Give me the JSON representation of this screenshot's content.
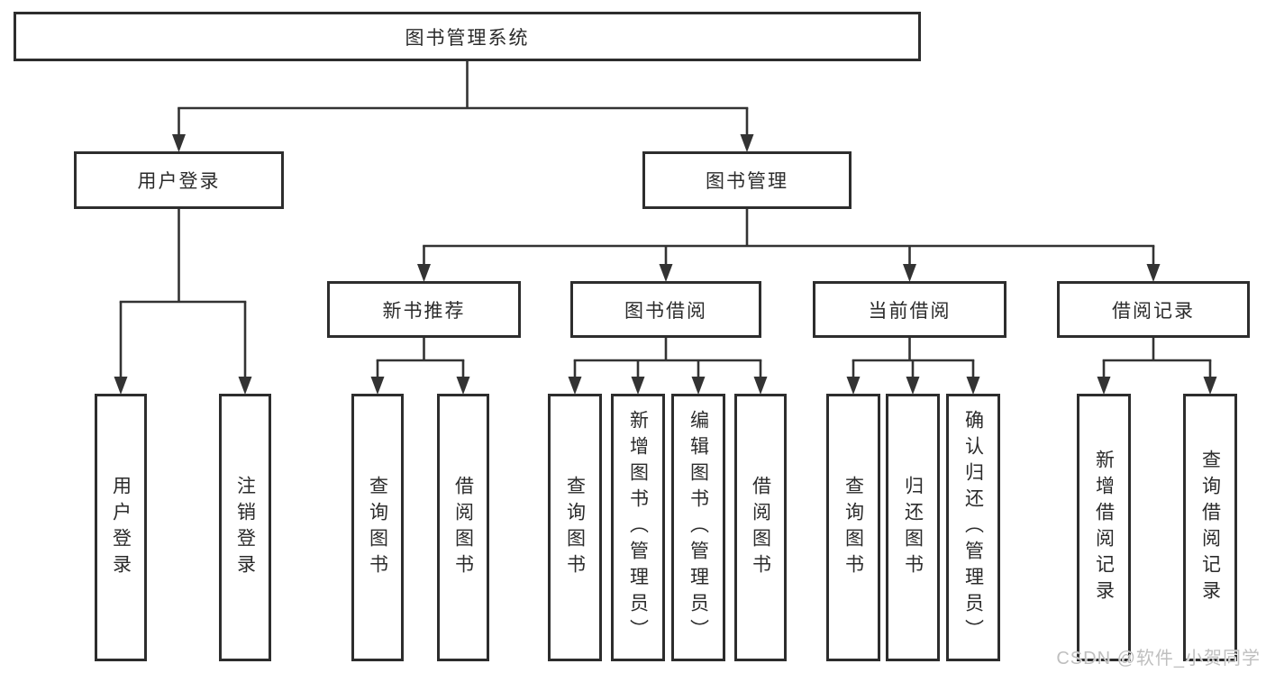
{
  "diagram": {
    "title": "图书管理系统",
    "type": "functional-structure-tree"
  },
  "nodes": {
    "root": {
      "label": "图书管理系统"
    },
    "user_login": {
      "label": "用户登录"
    },
    "book_mgmt": {
      "label": "图书管理"
    },
    "new_book_rec": {
      "label": "新书推荐"
    },
    "book_borrow": {
      "label": "图书借阅"
    },
    "current_borrow": {
      "label": "当前借阅"
    },
    "borrow_records": {
      "label": "借阅记录"
    },
    "login_leaf": {
      "label": "用户登录"
    },
    "logout_leaf": {
      "label": "注销登录"
    },
    "rec_query": {
      "label": "查询图书"
    },
    "rec_borrow": {
      "label": "借阅图书"
    },
    "bb_query": {
      "label": "查询图书"
    },
    "bb_add": {
      "label": "新增图书（管理员）"
    },
    "bb_edit": {
      "label": "编辑图书（管理员）"
    },
    "bb_borrow": {
      "label": "借阅图书"
    },
    "cb_query": {
      "label": "查询图书"
    },
    "cb_return": {
      "label": "归还图书"
    },
    "cb_confirm": {
      "label": "确认归还（管理员）"
    },
    "br_add": {
      "label": "新增借阅记录"
    },
    "br_query": {
      "label": "查询借阅记录"
    }
  },
  "colors": {
    "line": "#333333",
    "border": "#2d2d2d",
    "text": "#2b2b2b",
    "background": "#ffffff",
    "watermark": "#bfbfbf"
  },
  "watermark": {
    "text": "CSDN @软件_小贺同学"
  }
}
